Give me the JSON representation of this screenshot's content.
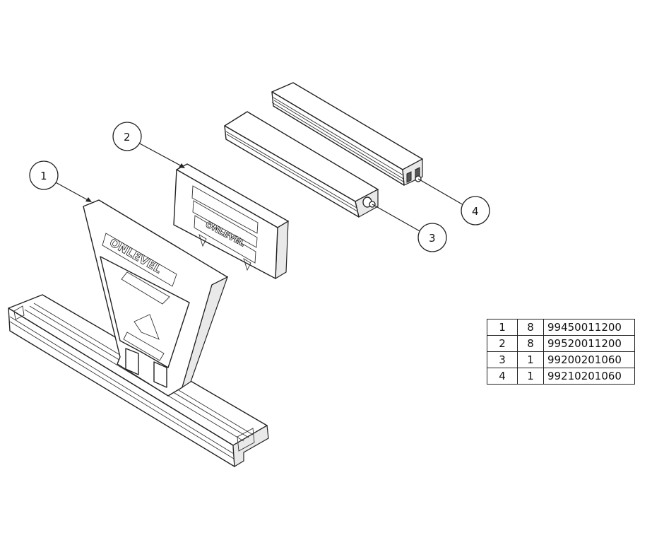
{
  "balloons": [
    "1",
    "2",
    "3",
    "4"
  ],
  "logo_text": "ONLEVEL",
  "bom": [
    {
      "item": "1",
      "qty": "8",
      "part": "99450011200"
    },
    {
      "item": "2",
      "qty": "8",
      "part": "99520011200"
    },
    {
      "item": "3",
      "qty": "1",
      "part": "99200201060"
    },
    {
      "item": "4",
      "qty": "1",
      "part": "99210201060"
    }
  ]
}
